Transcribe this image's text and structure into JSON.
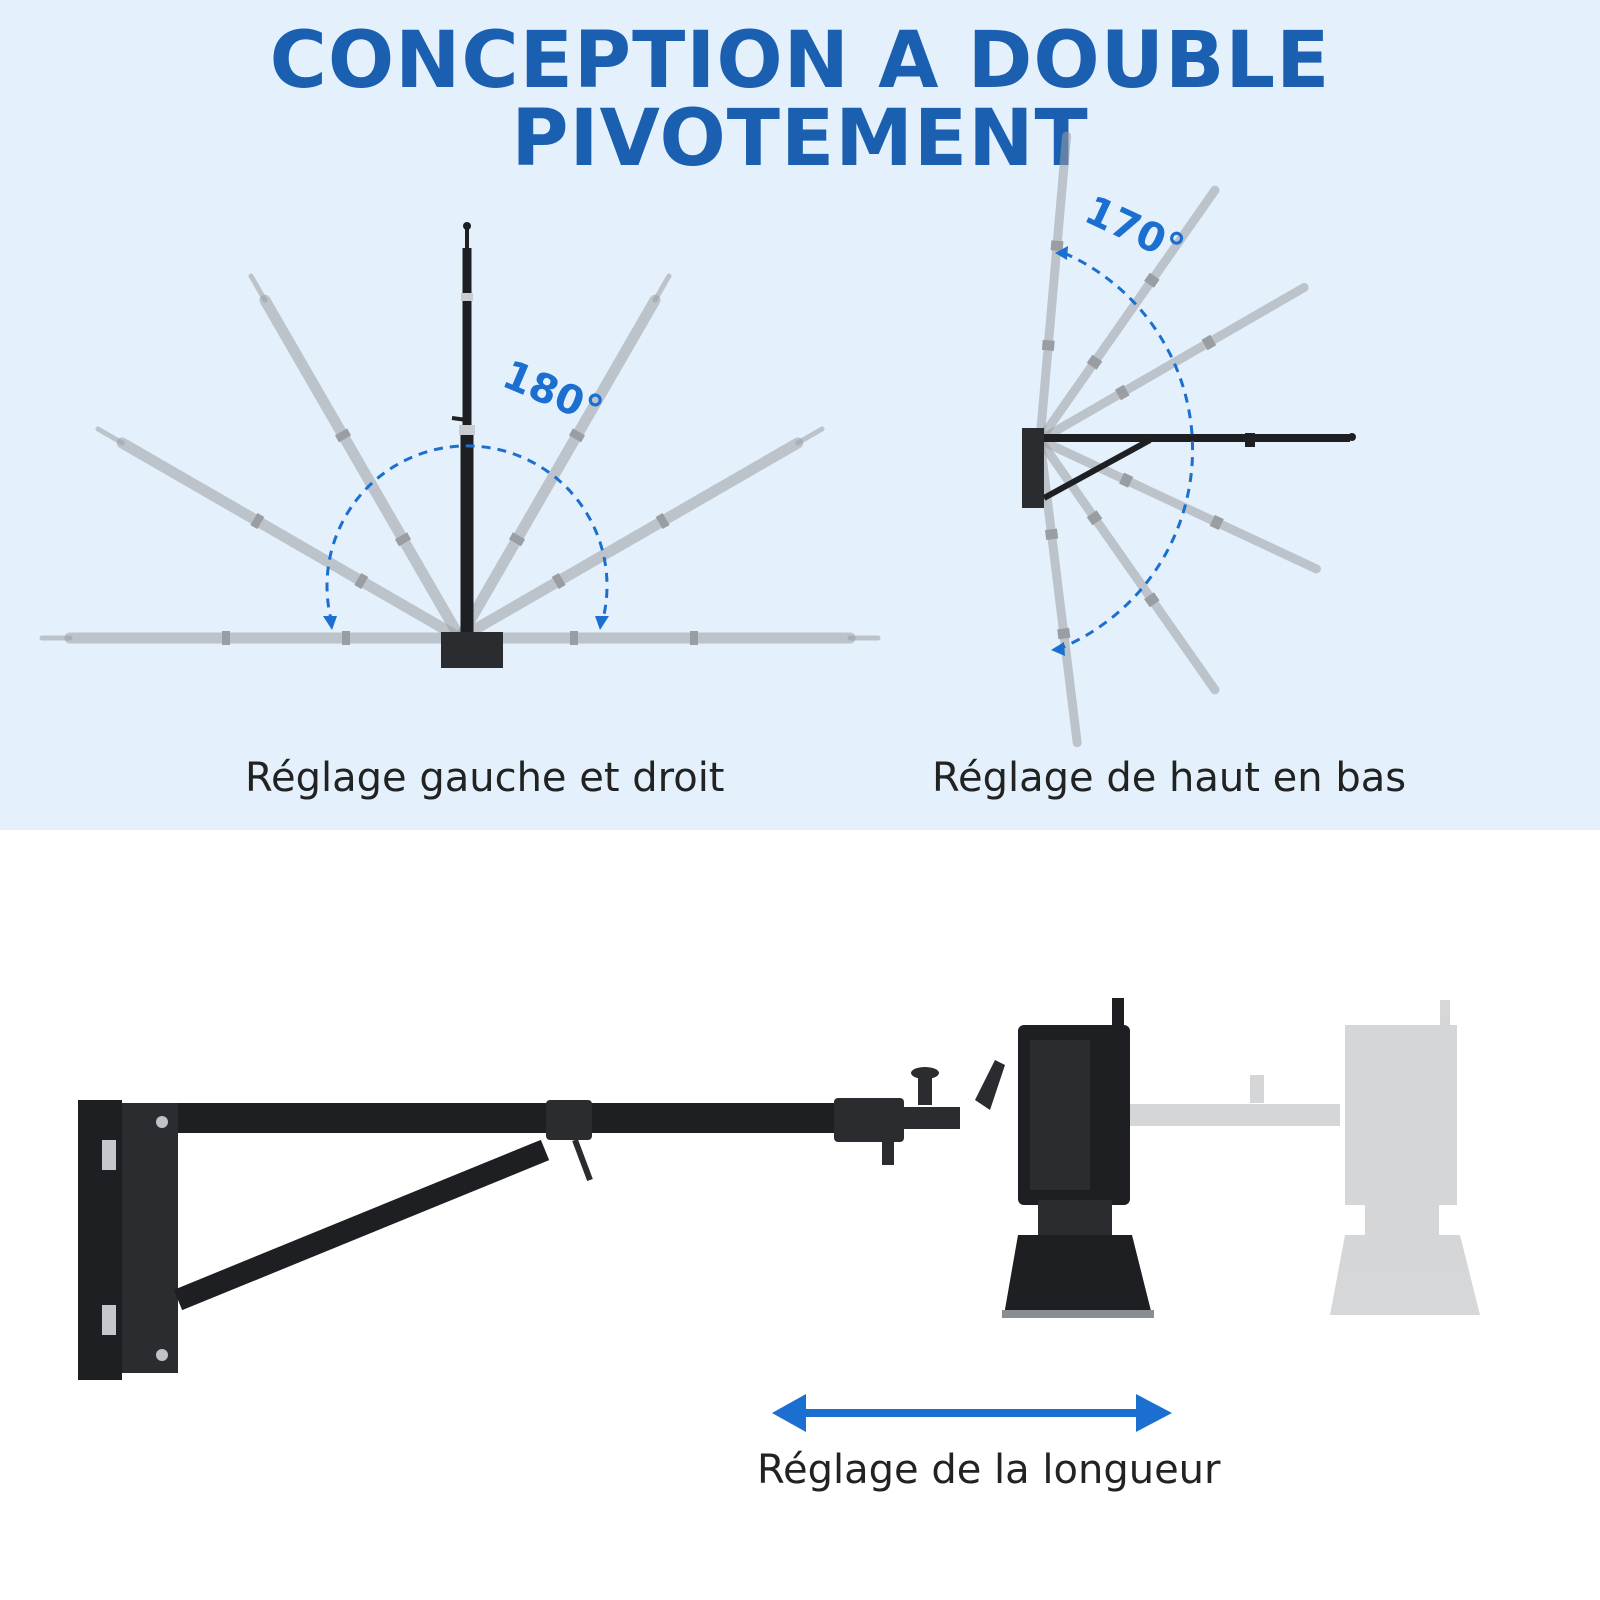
{
  "headline": "CONCEPTION A DOUBLE PIVOTEMENT",
  "left_diagram": {
    "caption": "Réglage gauche et droit",
    "angle": "180°"
  },
  "right_diagram": {
    "caption": "Réglage de haut en bas",
    "angle": "170°"
  },
  "bottom_diagram": {
    "caption": "Réglage de la longueur"
  },
  "colors": {
    "accent_blue": "#1a5fb0",
    "arrow_blue": "#1a6fd0",
    "panel_background": "#e4f0fb"
  }
}
